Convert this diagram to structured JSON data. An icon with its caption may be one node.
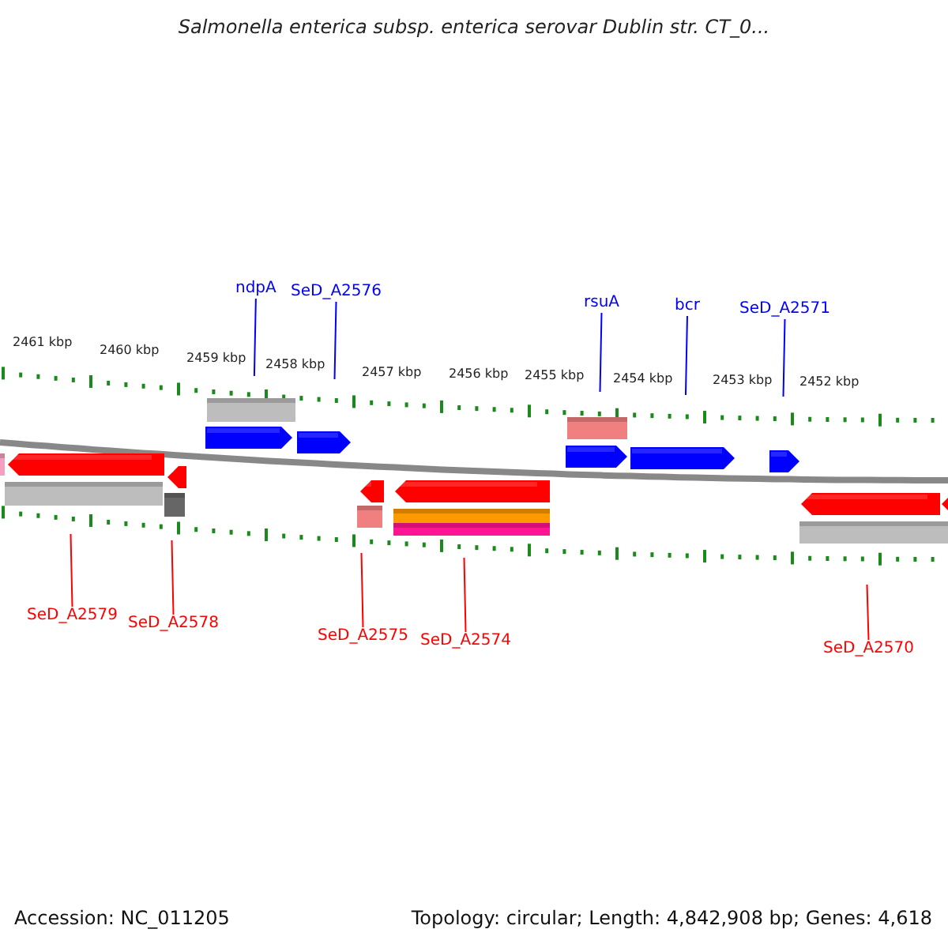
{
  "diagram": {
    "title": "Salmonella enterica subsp. enterica serovar Dublin str. CT_0...",
    "nodes": [
      {
        "text": [
          "ndpA"
        ]
      },
      {
        "text": [
          "SeD_A2576"
        ]
      },
      {
        "text": [
          "rsuA"
        ]
      },
      {
        "text": [
          "bcr"
        ]
      },
      {
        "text": [
          "SeD_A2571"
        ]
      },
      {
        "text": [
          "SeD_A2579"
        ]
      },
      {
        "text": [
          "SeD_A2578"
        ]
      },
      {
        "text": [
          "SeD_A2575"
        ]
      },
      {
        "text": [
          "SeD_A2574"
        ]
      },
      {
        "text": [
          "SeD_A2570"
        ]
      }
    ],
    "edges": [
      {
        "from": 0,
        "to": null,
        "arrow": "none",
        "color": "#0000ff"
      },
      {
        "from": 1,
        "to": null,
        "arrow": "none",
        "color": "#0000ff"
      },
      {
        "from": 2,
        "to": null,
        "arrow": "none",
        "color": "#0000ff"
      },
      {
        "from": 3,
        "to": null,
        "arrow": "none",
        "color": "#0000ff"
      },
      {
        "from": 4,
        "to": null,
        "arrow": "none",
        "color": "#0000ff"
      },
      {
        "from": 5,
        "to": null,
        "arrow": "none",
        "color": "#ff0000"
      },
      {
        "from": 6,
        "to": null,
        "arrow": "none",
        "color": "#ff0000"
      },
      {
        "from": 7,
        "to": null,
        "arrow": "none",
        "color": "#ff0000"
      },
      {
        "from": 8,
        "to": null,
        "arrow": "none",
        "color": "#ff0000"
      },
      {
        "from": 9,
        "to": null,
        "arrow": "none",
        "color": "#ff0000"
      }
    ],
    "labels": [
      "2461 kbp",
      "2460 kbp",
      "2459 kbp",
      "2458 kbp",
      "2457 kbp",
      "2456 kbp",
      "2455 kbp",
      "2454 kbp",
      "2453 kbp",
      "2452 kbp",
      "Accession: NC_011205",
      "Topology: circular; Length: 4,842,908 bp; Genes: 4,618"
    ]
  }
}
